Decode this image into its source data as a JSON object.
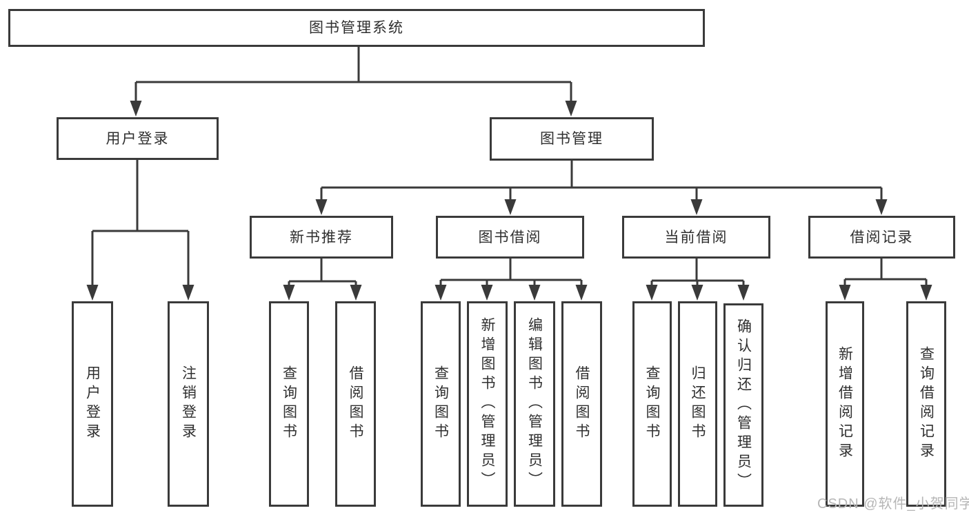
{
  "diagram": {
    "root": {
      "label": "图书管理系统"
    },
    "level2": {
      "user_login": {
        "label": "用户登录"
      },
      "book_management": {
        "label": "图书管理"
      }
    },
    "level3": {
      "new_book_recommend": {
        "label": "新书推荐"
      },
      "book_borrow": {
        "label": "图书借阅"
      },
      "current_borrow": {
        "label": "当前借阅"
      },
      "borrow_record": {
        "label": "借阅记录"
      }
    },
    "leaves": {
      "user_login": "用户登录",
      "logout": "注销登录",
      "recommend_query_book": "查询图书",
      "recommend_borrow_book": "借阅图书",
      "borrow_query_book": "查询图书",
      "borrow_add_book_admin": "新增图书（管理员）",
      "borrow_edit_book_admin": "编辑图书（管理员）",
      "borrow_borrow_book": "借阅图书",
      "current_query_book": "查询图书",
      "current_return_book": "归还图书",
      "current_confirm_return_admin": "确认归还（管理员）",
      "record_add": "新增借阅记录",
      "record_query": "查询借阅记录"
    }
  },
  "watermark": "CSDN @软件_小贺同学",
  "colors": {
    "line": "#3a3a3a",
    "text": "#2f2f2f",
    "background": "#ffffff",
    "watermark": "#b6b6b6"
  }
}
